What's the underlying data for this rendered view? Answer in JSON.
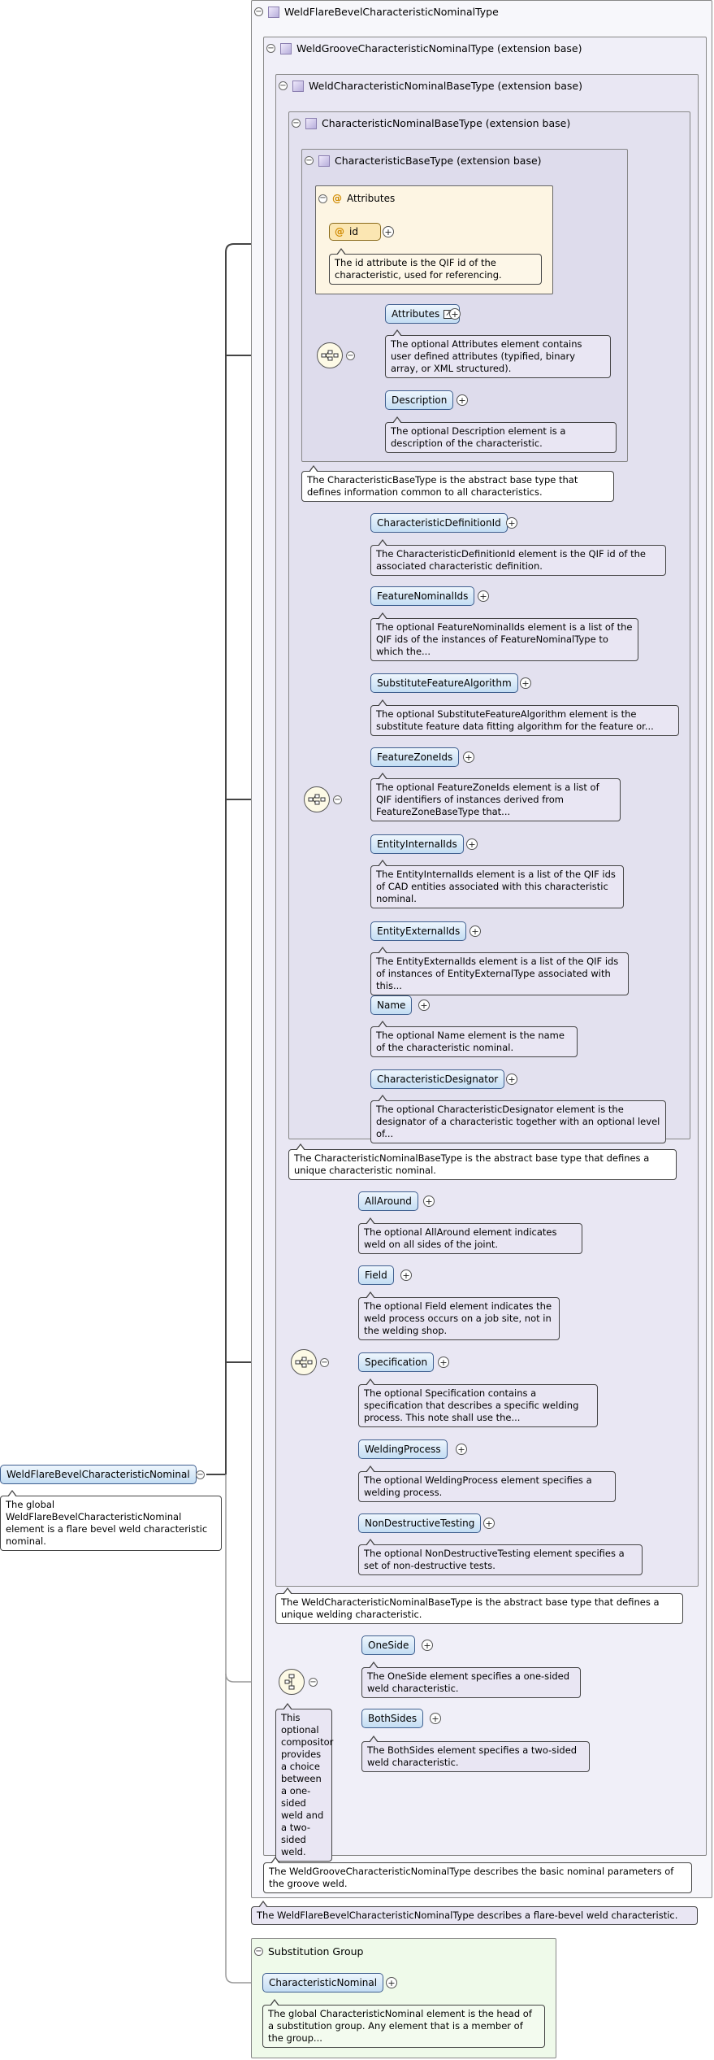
{
  "types": {
    "flare": {
      "title": "WeldFlareBevelCharacteristicNominalType",
      "desc": "The WeldFlareBevelCharacteristicNominalType describes a flare-bevel weld characteristic."
    },
    "groove": {
      "title": "WeldGrooveCharacteristicNominalType (extension base)",
      "desc": "The WeldGrooveCharacteristicNominalType describes the basic nominal parameters of the groove weld."
    },
    "weldbase": {
      "title": "WeldCharacteristicNominalBaseType (extension base)",
      "desc": "The WeldCharacteristicNominalBaseType is the abstract base type that defines a unique welding characteristic."
    },
    "nominalbase": {
      "title": "CharacteristicNominalBaseType (extension base)",
      "desc": "The CharacteristicNominalBaseType is the abstract base type that defines a unique characteristic nominal."
    },
    "charbase": {
      "title": "CharacteristicBaseType (extension base)",
      "desc": "The CharacteristicBaseType is the abstract base type that defines information common to all characteristics."
    }
  },
  "attributes": {
    "title": "Attributes",
    "id_label": "id",
    "id_desc": "The id attribute is the QIF id of the characteristic, used for referencing."
  },
  "charbase_elements": [
    {
      "label": "Attributes",
      "desc": "The optional Attributes element contains user defined attributes (typified, binary array, or XML structured)."
    },
    {
      "label": "Description",
      "desc": "The optional Description element is a description of the characteristic."
    }
  ],
  "nominal_elements": [
    {
      "label": "CharacteristicDefinitionId",
      "desc": "The CharacteristicDefinitionId element is the QIF id of the associated characteristic definition."
    },
    {
      "label": "FeatureNominalIds",
      "desc": "The optional FeatureNominalIds element is a list of the QIF ids of the instances of FeatureNominalType to which the..."
    },
    {
      "label": "SubstituteFeatureAlgorithm",
      "desc": "The optional SubstituteFeatureAlgorithm element is the substitute feature data fitting algorithm for the feature or..."
    },
    {
      "label": "FeatureZoneIds",
      "desc": "The optional FeatureZoneIds element is a list of QIF identifiers of instances derived from FeatureZoneBaseType that..."
    },
    {
      "label": "EntityInternalIds",
      "desc": "The EntityInternalIds element is a list of the QIF ids of CAD entities associated with this characteristic nominal."
    },
    {
      "label": "EntityExternalIds",
      "desc": "The EntityExternalIds element is a list of the QIF ids of instances of EntityExternalType associated with this..."
    },
    {
      "label": "Name",
      "desc": "The optional Name element is the name of the characteristic nominal."
    },
    {
      "label": "CharacteristicDesignator",
      "desc": "The optional CharacteristicDesignator element is the designator of a characteristic together with an optional level of..."
    }
  ],
  "weld_elements": [
    {
      "label": "AllAround",
      "desc": "The optional AllAround element indicates weld on all sides of the joint."
    },
    {
      "label": "Field",
      "desc": "The optional Field element indicates the weld process occurs on a job site, not in the welding shop."
    },
    {
      "label": "Specification",
      "desc": "The optional Specification contains a specification that describes a specific welding process. This note shall use the..."
    },
    {
      "label": "WeldingProcess",
      "desc": "The optional WeldingProcess element specifies a welding process."
    },
    {
      "label": "NonDestructiveTesting",
      "desc": "The optional NonDestructiveTesting element specifies a set of non-destructive tests."
    }
  ],
  "choice": {
    "desc": "This optional compositor provides a choice between a one-sided weld and a two-sided weld.",
    "elements": [
      {
        "label": "OneSide",
        "desc": "The OneSide element specifies a one-sided weld characteristic."
      },
      {
        "label": "BothSides",
        "desc": "The BothSides element specifies a two-sided weld characteristic."
      }
    ]
  },
  "root": {
    "label": "WeldFlareBevelCharacteristicNominal",
    "desc": "The global WeldFlareBevelCharacteristicNominal element is a flare bevel weld characteristic nominal."
  },
  "substitution": {
    "title": "Substitution Group",
    "label": "CharacteristicNominal",
    "desc": "The global CharacteristicNominal element is the head of a substitution group. Any element that is a member of the group..."
  }
}
